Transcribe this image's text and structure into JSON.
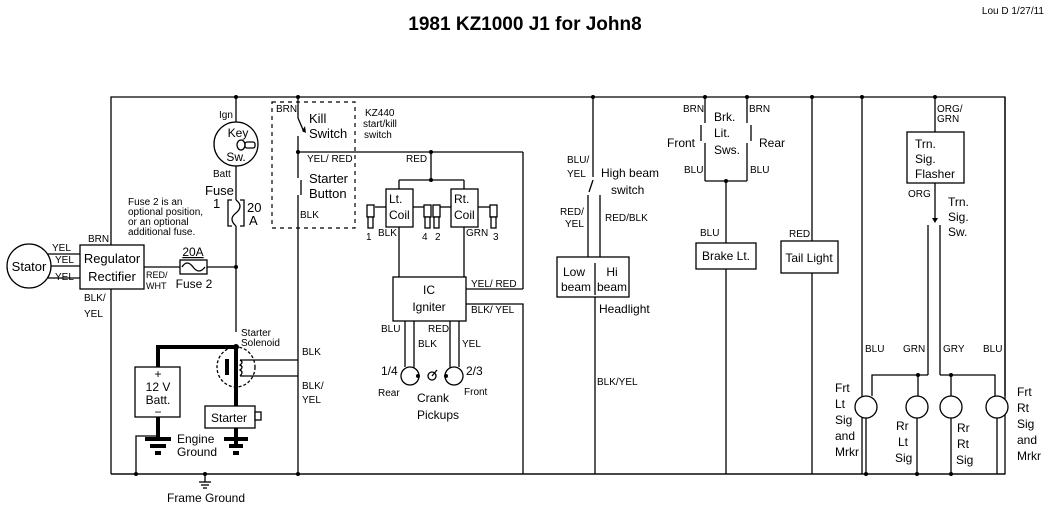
{
  "title": "1981  KZ1000 J1  for  John8",
  "author_date": "Lou D  1/27/11",
  "components": {
    "stator": "Stator",
    "regulator": [
      "Regulator",
      "Rectifier"
    ],
    "key_switch": {
      "line1": "Key",
      "line2": "Sw.",
      "ign": "Ign",
      "batt": "Batt"
    },
    "fuse1": {
      "label": "Fuse",
      "number": "1",
      "rating_line1": "20",
      "rating_line2": "A"
    },
    "fuse2": {
      "rating": "20A",
      "label": "Fuse 2"
    },
    "fuse_note": [
      "Fuse 2 is an",
      "optional position,",
      "or an optional",
      "additional fuse."
    ],
    "kill_switch": [
      "Kill",
      "Switch"
    ],
    "starter_button": [
      "Starter",
      "Button"
    ],
    "kz440_note": [
      "KZ440",
      "start/kill",
      "switch"
    ],
    "lt_coil": [
      "Lt.",
      "Coil"
    ],
    "rt_coil": [
      "Rt.",
      "Coil"
    ],
    "plugs": [
      "1",
      "4",
      "2",
      "3"
    ],
    "igniter": [
      "IC",
      "Igniter"
    ],
    "pickups": {
      "rear_num": "1/4",
      "rear": "Rear",
      "front_num": "2/3",
      "front": "Front",
      "label": [
        "Crank",
        "Pickups"
      ]
    },
    "battery": {
      "plus": "+",
      "line1": "12 V",
      "line2": "Batt.",
      "minus": "−"
    },
    "solenoid": [
      "Starter",
      "Solenoid"
    ],
    "starter": "Starter",
    "engine_ground": [
      "Engine",
      "Ground"
    ],
    "frame_ground": "Frame Ground",
    "high_beam_switch": [
      "High beam",
      "switch"
    ],
    "headlight": {
      "low": [
        "Low",
        "beam"
      ],
      "hi": [
        "Hi",
        "beam"
      ],
      "label": "Headlight"
    },
    "brake_switches": {
      "label": [
        "Brk.",
        "Lit.",
        "Sws."
      ],
      "front": "Front",
      "rear": "Rear"
    },
    "brake_light": "Brake Lt.",
    "tail_light": "Tail Light",
    "flasher": [
      "Trn.",
      "Sig.",
      "Flasher"
    ],
    "turn_switch": [
      "Trn.",
      "Sig.",
      "Sw."
    ],
    "frt_lt": [
      "Frt",
      "Lt",
      "Sig",
      "and",
      "Mrkr"
    ],
    "rr_lt": [
      "Rr",
      "Lt",
      "Sig"
    ],
    "rr_rt": [
      "Rr",
      "Rt",
      "Sig"
    ],
    "frt_rt": [
      "Frt",
      "Rt",
      "Sig",
      "and",
      "Mrkr"
    ]
  },
  "wire_labels": {
    "stator_yel": "YEL",
    "reg_brn": "BRN",
    "reg_red_wht": [
      "RED/",
      "WHT"
    ],
    "reg_blk_yel": [
      "BLK/",
      "YEL"
    ],
    "kill_brn": "BRN",
    "yel_red": "YEL/ RED",
    "red": "RED",
    "button_blk": "BLK",
    "lt_coil_blk": "BLK",
    "rt_coil_grn": "GRN",
    "igniter_yel_red": "YEL/ RED",
    "igniter_blk_yel": "BLK/ YEL",
    "pickup_blu": "BLU",
    "pickup_blk": "BLK",
    "pickup_red": "RED",
    "pickup_yel": "YEL",
    "solenoid_blk": "BLK",
    "solenoid_blk_yel": [
      "BLK/",
      "YEL"
    ],
    "hb_blu_yel": [
      "BLU/",
      "YEL"
    ],
    "hb_red_yel": [
      "RED/",
      "YEL"
    ],
    "hb_red_blk": "RED/BLK",
    "headlight_blk_yel": "BLK/YEL",
    "brk_brn_front": "BRN",
    "brk_brn_rear": "BRN",
    "brk_blu_front": "BLU",
    "brk_blu_rear": "BLU",
    "brake_blu": "BLU",
    "tail_red": "RED",
    "flasher_org_grn": [
      "ORG/",
      "GRN"
    ],
    "flasher_org": "ORG",
    "sig_blu_left": "BLU",
    "sig_grn": "GRN",
    "sig_gry": "GRY",
    "sig_blu_right": "BLU"
  }
}
